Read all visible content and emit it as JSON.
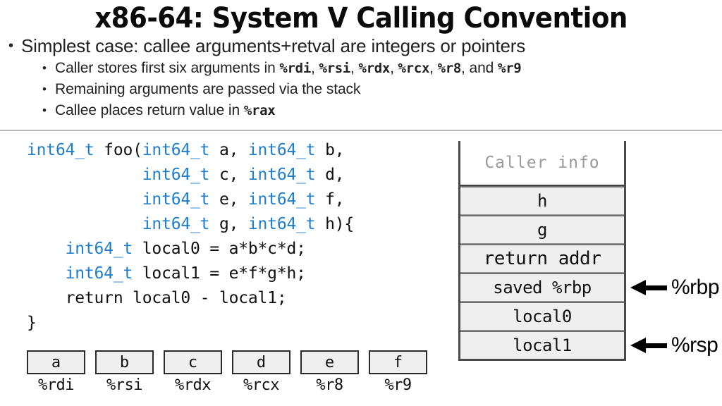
{
  "title": "x86-64: System V Calling Convention",
  "bullets": {
    "level1": "Simplest case: callee arguments+retval are integers or pointers",
    "level2": [
      {
        "parts": [
          {
            "text": "Caller stores first six arguments in ",
            "mono": false
          },
          {
            "text": "%rdi",
            "mono": true
          },
          {
            "text": ", ",
            "mono": false
          },
          {
            "text": "%rsi",
            "mono": true
          },
          {
            "text": ", ",
            "mono": false
          },
          {
            "text": "%rdx",
            "mono": true
          },
          {
            "text": ", ",
            "mono": false
          },
          {
            "text": "%rcx",
            "mono": true
          },
          {
            "text": ", ",
            "mono": false
          },
          {
            "text": "%r8",
            "mono": true
          },
          {
            "text": ", and ",
            "mono": false
          },
          {
            "text": "%r9",
            "mono": true
          }
        ]
      },
      {
        "parts": [
          {
            "text": "Remaining arguments are passed via the stack",
            "mono": false
          }
        ]
      },
      {
        "parts": [
          {
            "text": "Callee places return value in ",
            "mono": false
          },
          {
            "text": "%rax",
            "mono": true
          }
        ]
      }
    ],
    "bullet_glyph": "•"
  },
  "code": {
    "language": "c",
    "type_keyword": "int64_t",
    "type_color": "#1f7ecc",
    "lines": [
      [
        {
          "text": "int64_t",
          "type": true
        },
        {
          "text": " foo(",
          "type": false
        },
        {
          "text": "int64_t",
          "type": true
        },
        {
          "text": " a, ",
          "type": false
        },
        {
          "text": "int64_t",
          "type": true
        },
        {
          "text": " b,",
          "type": false
        }
      ],
      [
        {
          "text": "            ",
          "type": false
        },
        {
          "text": "int64_t",
          "type": true
        },
        {
          "text": " c, ",
          "type": false
        },
        {
          "text": "int64_t",
          "type": true
        },
        {
          "text": " d,",
          "type": false
        }
      ],
      [
        {
          "text": "            ",
          "type": false
        },
        {
          "text": "int64_t",
          "type": true
        },
        {
          "text": " e, ",
          "type": false
        },
        {
          "text": "int64_t",
          "type": true
        },
        {
          "text": " f,",
          "type": false
        }
      ],
      [
        {
          "text": "            ",
          "type": false
        },
        {
          "text": "int64_t",
          "type": true
        },
        {
          "text": " g, ",
          "type": false
        },
        {
          "text": "int64_t",
          "type": true
        },
        {
          "text": " h){",
          "type": false
        }
      ],
      [
        {
          "text": "    ",
          "type": false
        },
        {
          "text": "int64_t",
          "type": true
        },
        {
          "text": " local0 = a*b*c*d;",
          "type": false
        }
      ],
      [
        {
          "text": "    ",
          "type": false
        },
        {
          "text": "int64_t",
          "type": true
        },
        {
          "text": " local1 = e*f*g*h;",
          "type": false
        }
      ],
      [
        {
          "text": "    return local0 - local1;",
          "type": false
        }
      ],
      [
        {
          "text": "}",
          "type": false
        }
      ]
    ]
  },
  "registers": [
    {
      "value": "a",
      "name": "%rdi"
    },
    {
      "value": "b",
      "name": "%rsi"
    },
    {
      "value": "c",
      "name": "%rdx"
    },
    {
      "value": "d",
      "name": "%rcx"
    },
    {
      "value": "e",
      "name": "%r8"
    },
    {
      "value": "f",
      "name": "%r9"
    }
  ],
  "stack": {
    "cells": [
      {
        "label": "Caller info",
        "style": "caller"
      },
      {
        "label": "h",
        "style": "normal"
      },
      {
        "label": "g",
        "style": "normal"
      },
      {
        "label": "return addr",
        "style": "big"
      },
      {
        "label": "saved %rbp",
        "style": "normal"
      },
      {
        "label": "local0",
        "style": "normal"
      },
      {
        "label": "local1",
        "style": "normal"
      }
    ],
    "pointers": [
      {
        "label": "%rbp",
        "cell_index": 4
      },
      {
        "label": "%rsp",
        "cell_index": 6
      }
    ]
  }
}
